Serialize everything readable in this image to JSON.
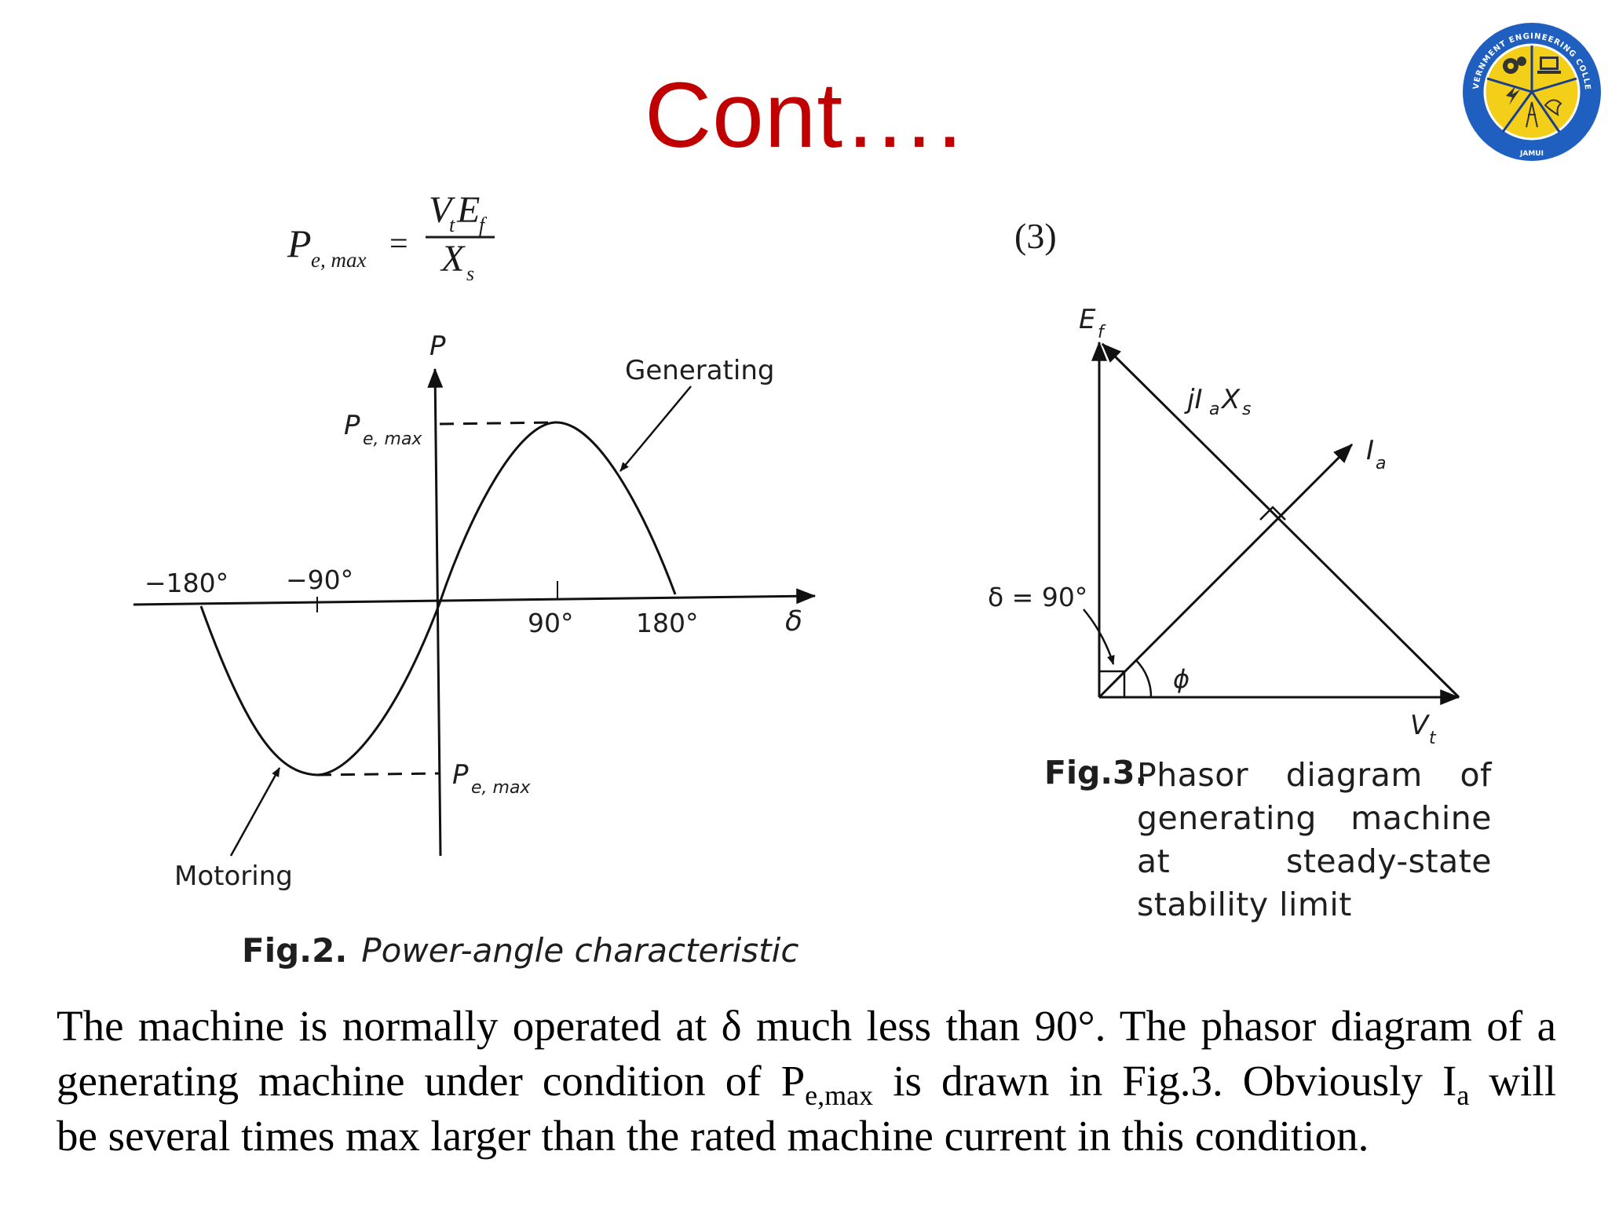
{
  "slide": {
    "title": "Cont….",
    "title_color": "#c00000",
    "logo": {
      "ring_text": "GOVERNMENT ENGINEERING COLLEGE",
      "bottom_text": "JAMUI",
      "ring_color": "#1f5fbf",
      "fill_color": "#f4cf1a"
    }
  },
  "equation": {
    "lhs_symbol": "P",
    "lhs_subscript": "e, max",
    "equals": "=",
    "num_v": "V",
    "num_v_sub": "t",
    "num_e": "E",
    "num_e_sub": "f",
    "den_x": "X",
    "den_x_sub": "s",
    "number": "(3)"
  },
  "fig2": {
    "axis_y_label": "P",
    "axis_x_label": "δ",
    "pmax_top_label": "P",
    "pmax_top_sub": "e, max",
    "pmax_bottom_label": "P",
    "pmax_bottom_sub": "e, max",
    "tick_neg180": "−180°",
    "tick_neg90": "−90°",
    "tick_90": "90°",
    "tick_180": "180°",
    "label_generating": "Generating",
    "label_motoring": "Motoring",
    "caption_num": "Fig.2.",
    "caption_text": "Power-angle characteristic"
  },
  "fig3": {
    "label_ef": "E",
    "label_ef_sub": "f",
    "label_jiaxs_j": "jI",
    "label_jiaxs_a": "a",
    "label_jiaxs_x": "X",
    "label_jiaxs_s": "s",
    "label_ia": "I",
    "label_ia_sub": "a",
    "label_delta": "δ = 90°",
    "label_phi": "ϕ",
    "label_vt": "V",
    "label_vt_sub": "t",
    "caption_num": "Fig.3.",
    "caption_text": "Phasor diagram of generating machine at steady-state stability limit"
  },
  "paragraph": {
    "line1": "The machine is normally operated at δ much less than 90°. The phasor diagram of a",
    "line2_a": "generating machine under condition of P",
    "line2_sub": "e,max",
    "line2_b": " is drawn in Fig.3. Obviously  I",
    "line2_sub2": "a",
    "line2_c": " will",
    "line3": "be several times max larger than the rated machine current in this condition."
  }
}
